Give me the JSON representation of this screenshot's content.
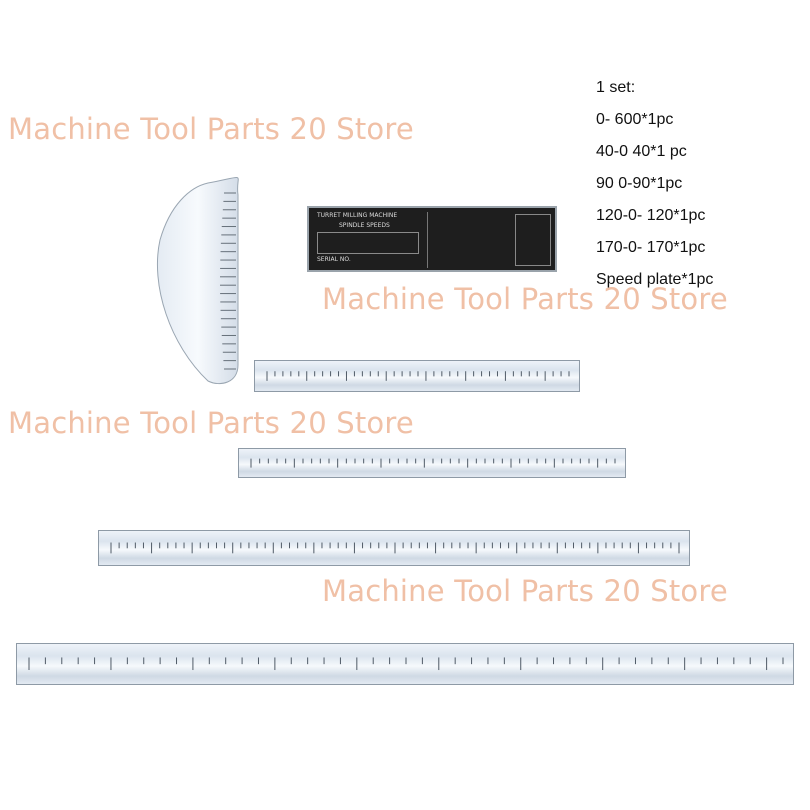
{
  "watermark_text": "Machine Tool Parts 20 Store",
  "spec_list": [
    "1 set:",
    "0- 600*1pc",
    "40-0 40*1 pc",
    "90 0-90*1pc",
    "120-0- 120*1pc",
    "170-0- 170*1pc",
    "Speed plate*1pc"
  ],
  "plate_title": "TURRET MILLING MACHINE",
  "plate_subtitle": "SPINDLE SPEEDS",
  "plate_serial": "SERIAL NO.",
  "colors": {
    "watermark": "#f0c0a6",
    "ruler": "#dbe4ee",
    "plate": "#1e1e1e"
  }
}
